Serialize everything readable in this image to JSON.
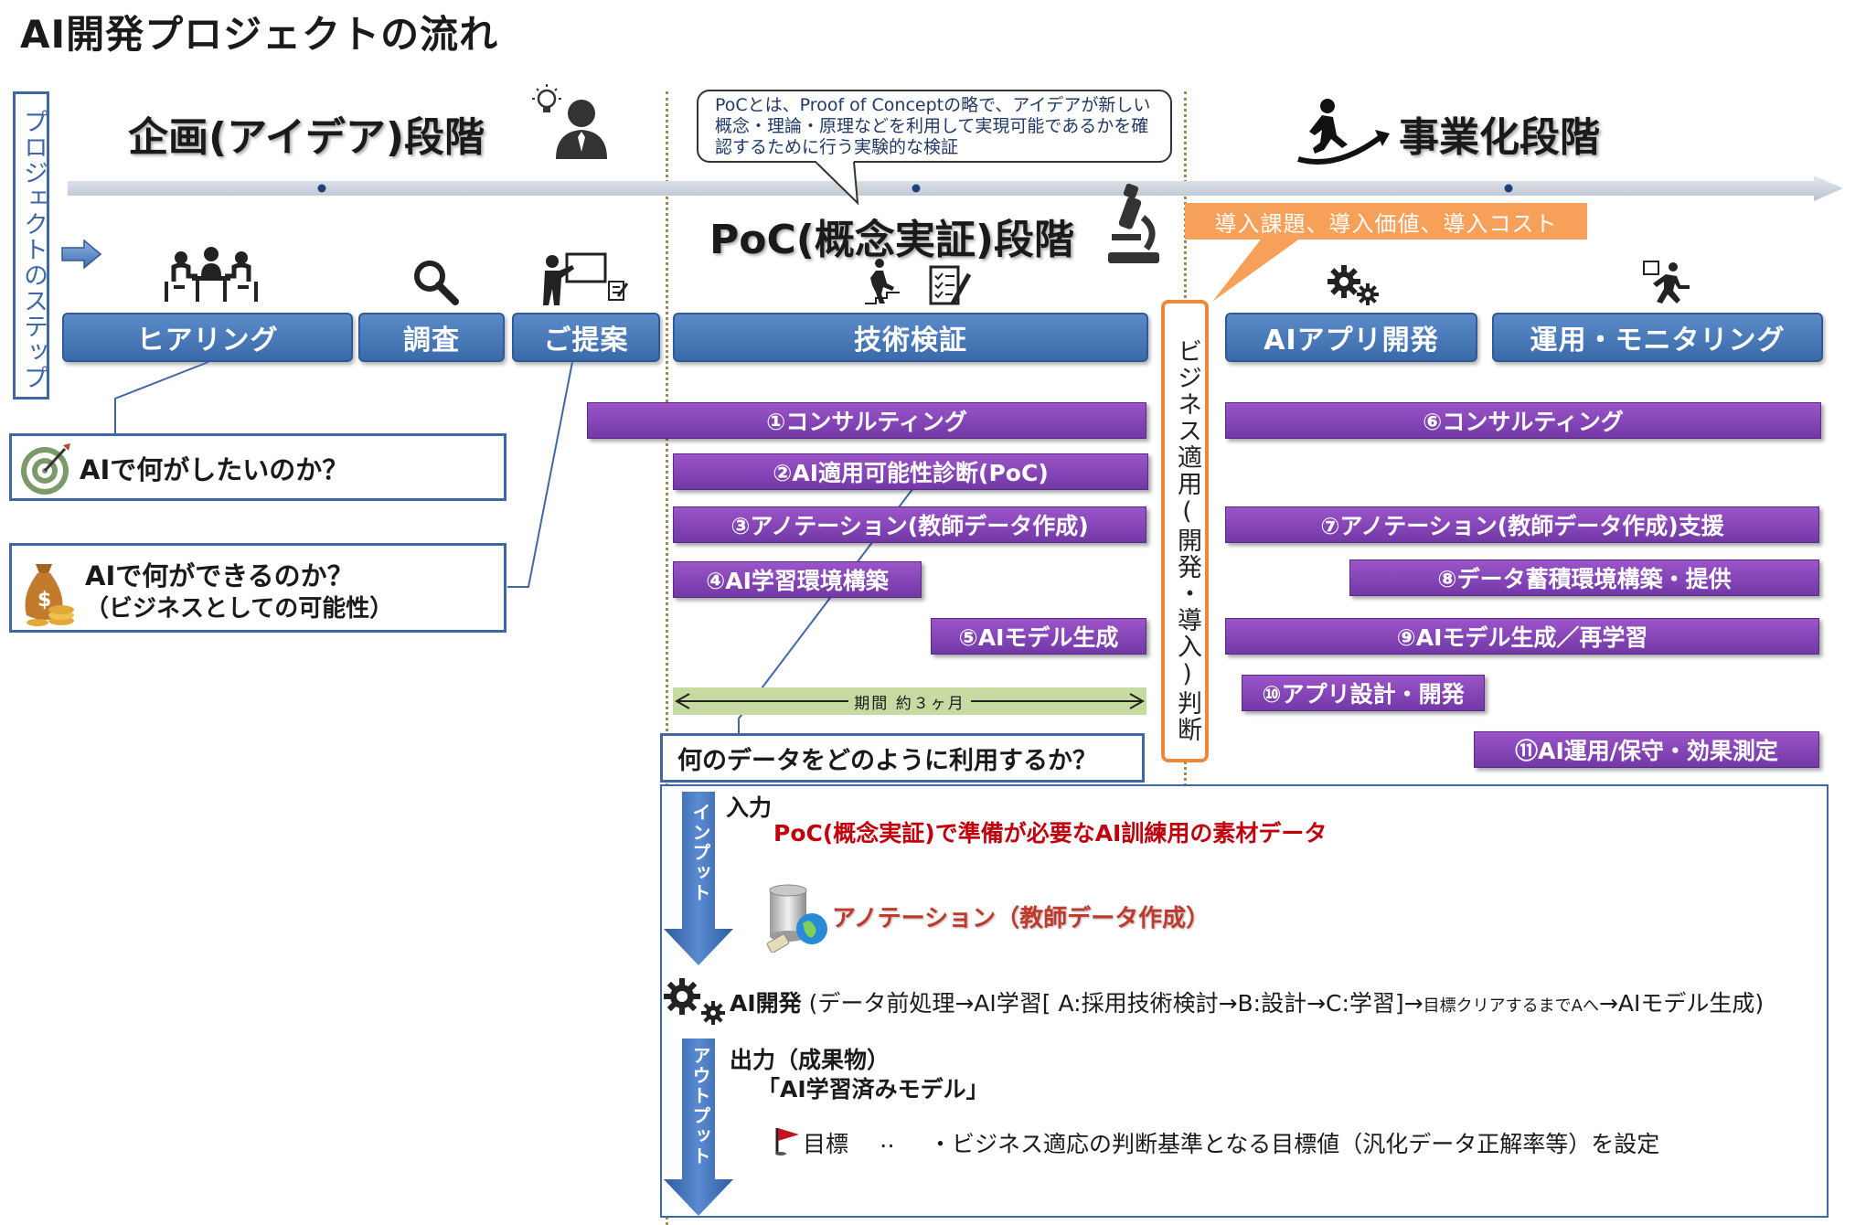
{
  "title": "AI開発プロジェクトの流れ",
  "project_steps_label": "プロジェクトのステップ",
  "stages": {
    "planning": "企画(アイデア)段階",
    "poc": "PoC(概念実証)段階",
    "business": "事業化段階"
  },
  "poc_callout": "PoCとは、Proof of Conceptの略で、アイデアが新しい概念・理論・原理などを利用して実現可能であるかを確認するために行う実験的な検証",
  "steps": {
    "hearing": "ヒアリング",
    "research": "調査",
    "proposal": "ご提案",
    "tech_verify": "技術検証",
    "ai_app_dev": "AIアプリ開発",
    "operation": "運用・モニタリング"
  },
  "business_judgment": "ビジネス適用(開発・導入)判断",
  "orange_tag": "導入課題、導入価値、導入コスト",
  "questions": {
    "q1": "AIで何がしたいのか？",
    "q2_line1": "AIで何ができるのか？",
    "q2_line2": "（ビジネスとしての可能性）",
    "q3": "何のデータをどのように利用するか？"
  },
  "tasks": {
    "t1": "①コンサルティング",
    "t2": "②AI適用可能性診断(PoC)",
    "t3": "③アノテーション(教師データ作成)",
    "t4": "④AI学習環境構築",
    "t5": "⑤AIモデル生成",
    "t6": "⑥コンサルティング",
    "t7": "⑦アノテーション(教師データ作成)支援",
    "t8": "⑧データ蓄積環境構築・提供",
    "t9": "⑨AIモデル生成／再学習",
    "t10": "⑩アプリ設計・開発",
    "t11": "⑪AI運用/保守・効果測定"
  },
  "period_label": "期間 約３ヶ月",
  "process": {
    "input_arrow": "インプット",
    "input_heading": "入力",
    "input_desc": "PoC(概念実証)で準備が必要なAI訓練用の素材データ",
    "annotation": "アノテーション（教師データ作成）",
    "ai_dev_label": "AI開発",
    "ai_dev_desc": "(データ前処理→AI学習[ A:採用技術検討→B:設計→C:学習]→",
    "ai_dev_small": "目標クリアするまでAへ",
    "ai_dev_end": "→AIモデル生成)",
    "output_arrow": "アウトプット",
    "output_heading": "出力（成果物）",
    "output_model": "「AI学習済みモデル」",
    "goal_label": "目標",
    "goal_dots": "‥",
    "goal_desc": "・ビジネス適応の判断基準となる目標値（汎化データ正解率等）を設定"
  },
  "colors": {
    "step_blue": "#4a78ba",
    "task_purple": "#7d3fb0",
    "orange": "#f0883a",
    "red_text": "#c0000c"
  }
}
